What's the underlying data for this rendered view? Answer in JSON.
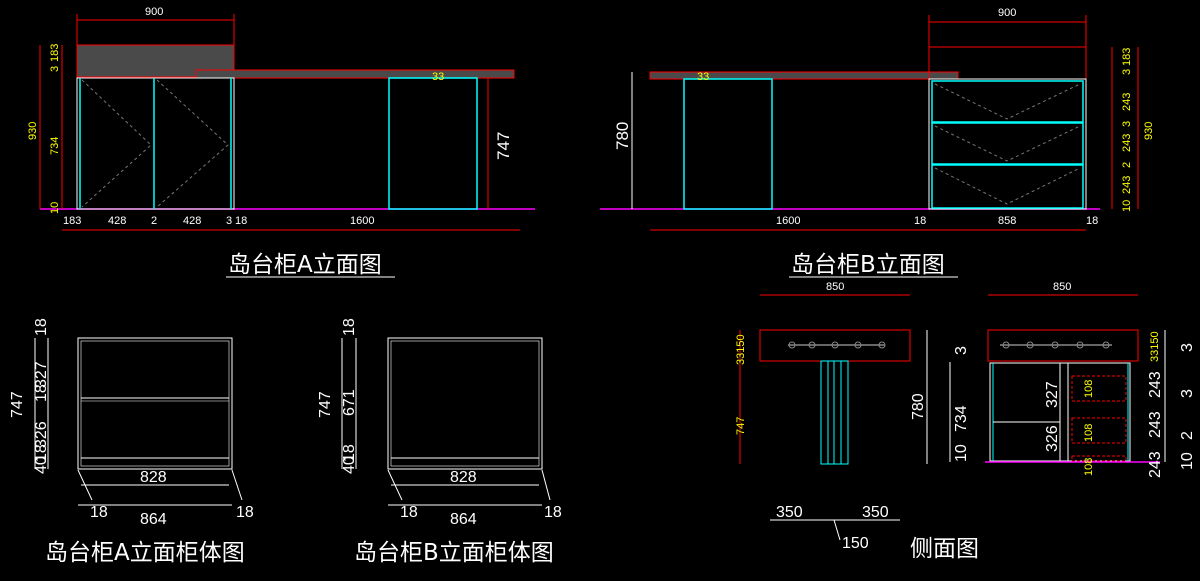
{
  "colors": {
    "background": "#000000",
    "white": "#ffffff",
    "red": "#ff0000",
    "cyan": "#00ffff",
    "yellow": "#ffff00",
    "magenta": "#ff00ff",
    "stone": "#4a4a4a"
  },
  "titles": {
    "elev_a": "岛台柜A立面图",
    "elev_b": "岛台柜B立面图",
    "body_a": "岛台柜A立面柜体图",
    "body_b": "岛台柜B立面柜体图",
    "side": "侧面图"
  },
  "elev_a": {
    "top_width": "900",
    "left_heights": [
      "3",
      "183",
      "930",
      "734",
      "10"
    ],
    "bottom_dims": [
      "183",
      "428",
      "2",
      "428",
      "3",
      "18",
      "1600"
    ],
    "inner_label": "33",
    "right_height": "747"
  },
  "elev_b": {
    "top_width": "900",
    "left_height": "780",
    "inner_label": "33",
    "right_dims": [
      "3",
      "183",
      "243",
      "3",
      "243",
      "2",
      "243",
      "10"
    ],
    "total_height": "930",
    "bottom_dims": [
      "1600",
      "18",
      "858",
      "18"
    ]
  },
  "body_a": {
    "left_dims": [
      "18",
      "327",
      "18",
      "326",
      "18",
      "40",
      "747"
    ],
    "inner_width": "828",
    "side_18_left": "18",
    "side_18_right": "18",
    "outer_width": "864"
  },
  "body_b": {
    "left_dims": [
      "18",
      "671",
      "18",
      "40",
      "747"
    ],
    "inner_width": "828",
    "side_18_left": "18",
    "side_18_right": "18",
    "outer_width": "864"
  },
  "side": {
    "left_top_width": "850",
    "right_top_width": "850",
    "left_small": "33150",
    "left_height": "747",
    "mid_height": "780",
    "left_3": "3",
    "body_734": "734",
    "body_10": "10",
    "shelf_327": "327",
    "shelf_326": "326",
    "drawer_108": [
      "108",
      "108",
      "108"
    ],
    "right_small": "33150",
    "right_dims": [
      "3",
      "243",
      "3",
      "243",
      "2",
      "243",
      "10"
    ],
    "base_left": "350",
    "base_right": "350",
    "base_center": "150"
  }
}
